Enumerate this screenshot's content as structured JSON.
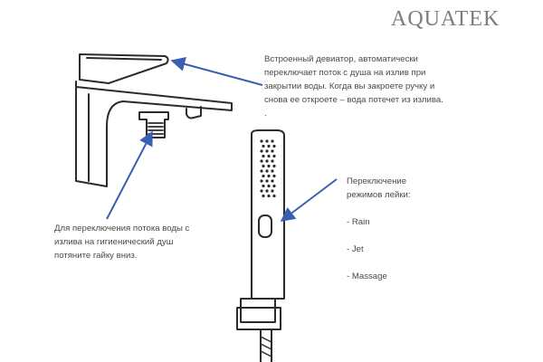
{
  "brand": {
    "logo_text": "AQUATEK"
  },
  "notes": {
    "deviator": "Встроенный девиатор, автоматически\nпереключает поток с душа на излив при\nзакрытии воды. Когда вы закроете ручку и\nснова ее откроете – вода потечет из излива.\n.",
    "modes_title": "Переключение\nрежимов лейки:",
    "modes": [
      "- Rain",
      "- Jet",
      "- Massage"
    ],
    "bidet": "Для переключения потока воды с\nизлива на гигиенический душ\nпотяните гайку вниз."
  },
  "colors": {
    "line": "#2b2b2b",
    "arrow": "#3a5fb0",
    "text": "#4a4a4a",
    "logo": "#7d7d7d"
  }
}
